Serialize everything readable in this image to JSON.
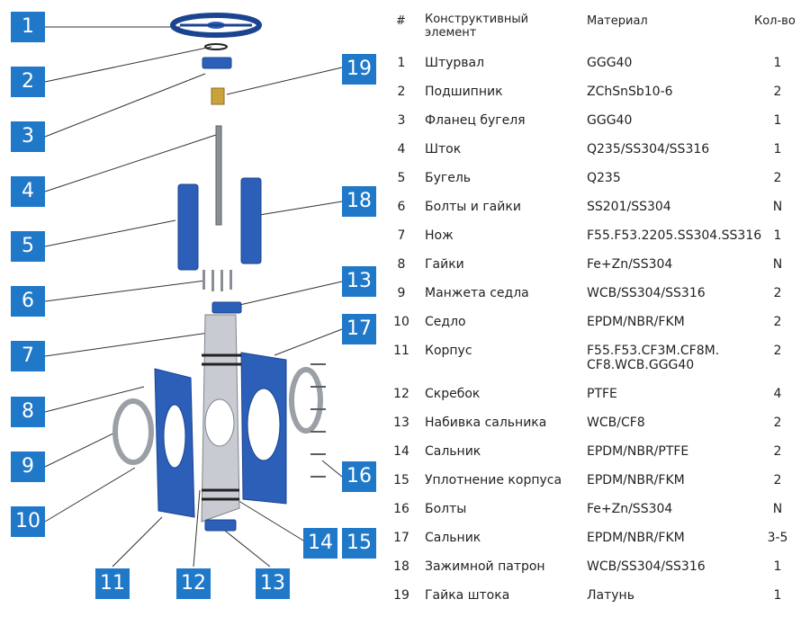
{
  "colors": {
    "tag": "#1f78c8",
    "body": "#2b5fb8",
    "dark_blue": "#1b4490",
    "plate": "#c8ccd2",
    "text": "#1a1a1a"
  },
  "callouts": [
    "1",
    "2",
    "3",
    "4",
    "5",
    "6",
    "7",
    "8",
    "9",
    "10",
    "11",
    "12",
    "13",
    "19",
    "18",
    "13",
    "17",
    "16",
    "14",
    "15"
  ],
  "table": {
    "headers": {
      "num": "#",
      "element": "Конструктивный элемент",
      "material": "Материал",
      "qty": "Кол-во"
    },
    "rows": [
      {
        "num": "1",
        "element": "Штурвал",
        "material": "GGG40",
        "qty": "1"
      },
      {
        "num": "2",
        "element": "Подшипник",
        "material": "ZChSnSb10-6",
        "qty": "2"
      },
      {
        "num": "3",
        "element": "Фланец бугеля",
        "material": "GGG40",
        "qty": "1"
      },
      {
        "num": "4",
        "element": "Шток",
        "material": "Q235/SS304/SS316",
        "qty": "1"
      },
      {
        "num": "5",
        "element": "Бугель",
        "material": "Q235",
        "qty": "2"
      },
      {
        "num": "6",
        "element": "Болты и гайки",
        "material": "SS201/SS304",
        "qty": "N"
      },
      {
        "num": "7",
        "element": "Нож",
        "material": "F55.F53.2205.SS304.SS316",
        "qty": "1"
      },
      {
        "num": "8",
        "element": "Гайки",
        "material": "Fe+Zn/SS304",
        "qty": "N"
      },
      {
        "num": "9",
        "element": "Манжета седла",
        "material": "WCB/SS304/SS316",
        "qty": "2"
      },
      {
        "num": "10",
        "element": "Седло",
        "material": "EPDM/NBR/FKM",
        "qty": "2"
      },
      {
        "num": "11",
        "element": "Корпус",
        "material": "F55.F53.CF3M.CF8M. CF8.WCB.GGG40",
        "qty": "2"
      },
      {
        "num": "12",
        "element": "Скребок",
        "material": "PTFE",
        "qty": "4"
      },
      {
        "num": "13",
        "element": "Набивка сальника",
        "material": "WCB/CF8",
        "qty": "2"
      },
      {
        "num": "14",
        "element": "Сальник",
        "material": "EPDM/NBR/PTFE",
        "qty": "2"
      },
      {
        "num": "15",
        "element": "Уплотнение корпуса",
        "material": "EPDM/NBR/FKM",
        "qty": "2"
      },
      {
        "num": "16",
        "element": "Болты",
        "material": "Fe+Zn/SS304",
        "qty": "N"
      },
      {
        "num": "17",
        "element": "Сальник",
        "material": "EPDM/NBR/FKM",
        "qty": "3-5"
      },
      {
        "num": "18",
        "element": "Зажимной патрон",
        "material": "WCB/SS304/SS316",
        "qty": "1"
      },
      {
        "num": "19",
        "element": "Гайка штока",
        "material": "Латунь",
        "qty": "1"
      }
    ]
  }
}
